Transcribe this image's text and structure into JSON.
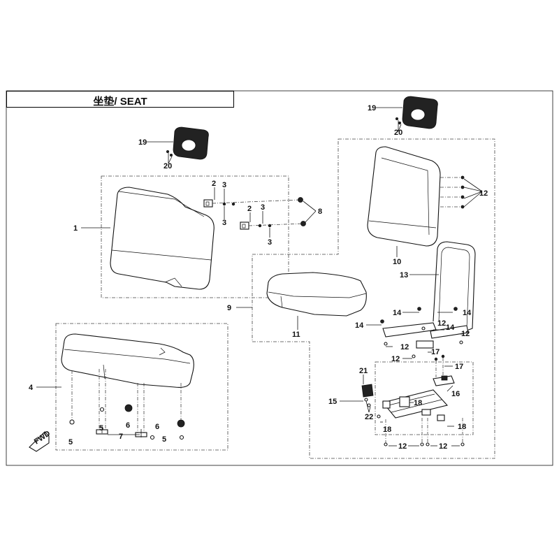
{
  "title": "坐垫/ SEAT",
  "fwd_label": "FWD",
  "callouts": {
    "c1": "1",
    "c2a": "2",
    "c2b": "2",
    "c3a": "3",
    "c3b": "3",
    "c3c": "3",
    "c3d": "3",
    "c4": "4",
    "c5a": "5",
    "c5b": "5",
    "c5c": "5",
    "c6a": "6",
    "c6b": "6",
    "c7": "7",
    "c8": "8",
    "c9": "9",
    "c10": "10",
    "c11": "11",
    "c12a": "12",
    "c12b": "12",
    "c12c": "12",
    "c12d": "12",
    "c12e": "12",
    "c12f": "12",
    "c12g": "12",
    "c13": "13",
    "c14a": "14",
    "c14b": "14",
    "c14c": "14",
    "c14d": "14",
    "c15": "15",
    "c16": "16",
    "c17a": "17",
    "c17b": "17",
    "c18a": "18",
    "c18b": "18",
    "c18c": "18",
    "c19a": "19",
    "c19b": "19",
    "c20a": "20",
    "c20b": "20",
    "c21": "21",
    "c22": "22"
  }
}
